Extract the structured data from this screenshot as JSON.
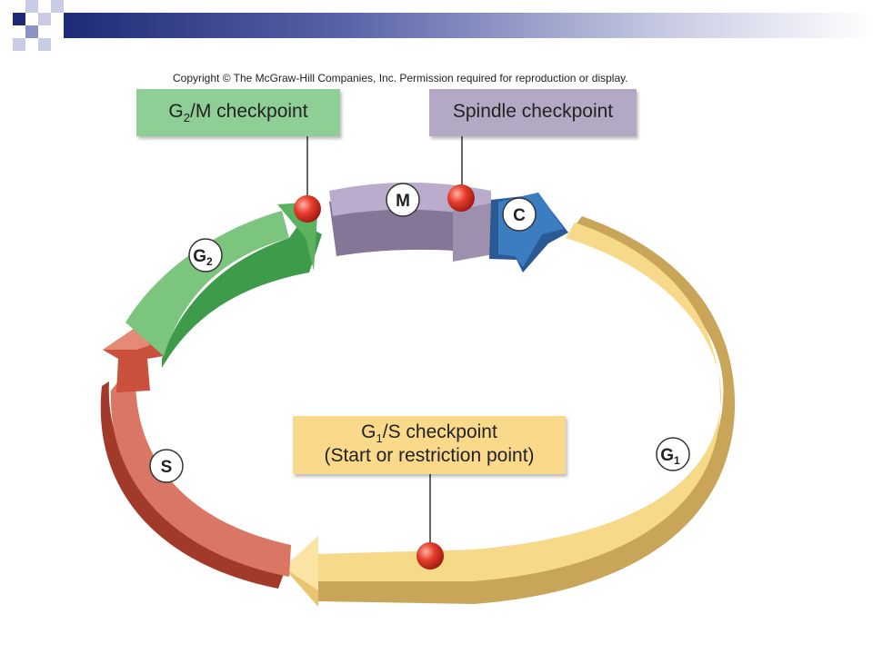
{
  "copyright": "Copyright © The McGraw-Hill Companies, Inc. Permission required for reproduction or display.",
  "checkpoints": {
    "g2m": {
      "prefix": "G",
      "sub": "2",
      "suffix": "/M checkpoint"
    },
    "spindle": {
      "label": "Spindle checkpoint"
    },
    "g1s": {
      "prefix": "G",
      "sub": "1",
      "suffix": "/S checkpoint",
      "line2": "(Start or restriction point)"
    }
  },
  "phases": {
    "m": {
      "label": "M"
    },
    "c": {
      "label": "C"
    },
    "g1": {
      "label": "G",
      "sub": "1"
    },
    "g2": {
      "label": "G",
      "sub": "2"
    },
    "s": {
      "label": "S"
    }
  },
  "colors": {
    "g1": "#f7d98a",
    "s": "#c9513d",
    "g2": "#7cc57f",
    "m": "#9d8fae",
    "c": "#2f6faf",
    "checkpoint_dot": "#e03a2a",
    "banner": "#1e2a78"
  }
}
